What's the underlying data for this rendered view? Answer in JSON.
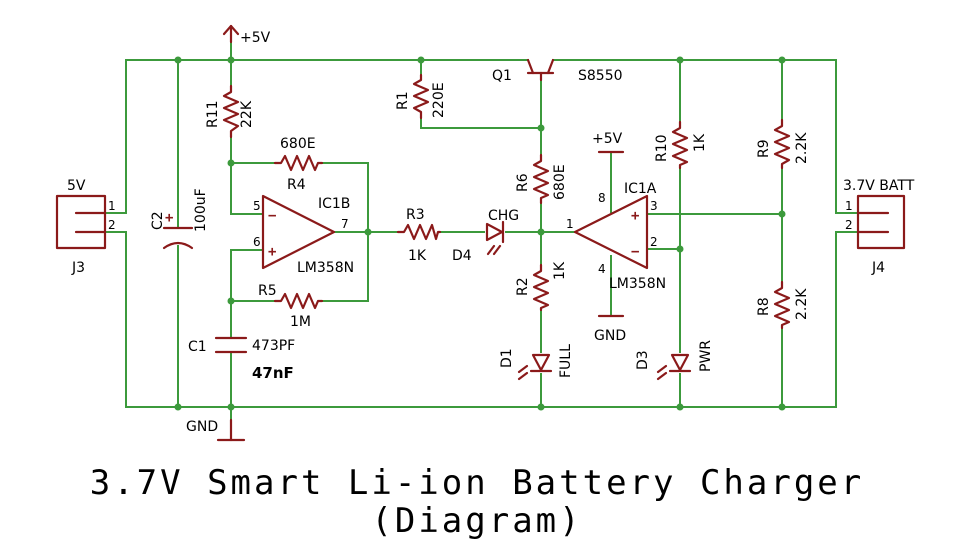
{
  "title_line1": "3.7V Smart Li-ion Battery Charger",
  "title_line2": "(Diagram)",
  "rails": {
    "vcc_top": "+5V",
    "vcc_opamp": "+5V",
    "gnd_main": "GND",
    "gnd_opamp": "GND"
  },
  "connectors": {
    "j3": {
      "ref": "J3",
      "label": "5V",
      "pin1": "1",
      "pin2": "2"
    },
    "j4": {
      "ref": "J4",
      "label": "3.7V BATT",
      "pin1": "1",
      "pin2": "2"
    }
  },
  "components": {
    "c2": {
      "ref": "C2",
      "value": "100uF"
    },
    "r11": {
      "ref": "R11",
      "value": "22K"
    },
    "r4": {
      "ref": "R4",
      "value": "680E"
    },
    "r5": {
      "ref": "R5",
      "value": "1M"
    },
    "c1": {
      "ref": "C1",
      "value": "473PF",
      "note": "47nF"
    },
    "ic1b": {
      "ref": "IC1B",
      "part": "LM358N",
      "pin5": "5",
      "pin6": "6",
      "pin7": "7"
    },
    "r3": {
      "ref": "R3",
      "value": "1K"
    },
    "d4": {
      "ref": "D4",
      "label": "CHG"
    },
    "q1": {
      "ref": "Q1",
      "part": "S8550"
    },
    "r1": {
      "ref": "R1",
      "value": "220E"
    },
    "r6": {
      "ref": "R6",
      "value": "680E"
    },
    "r2": {
      "ref": "R2",
      "value": "1K"
    },
    "d1": {
      "ref": "D1",
      "label": "FULL"
    },
    "ic1a": {
      "ref": "IC1A",
      "part": "LM358N",
      "pin1": "1",
      "pin2": "2",
      "pin3": "3",
      "pin4": "4",
      "pin8": "8"
    },
    "r10": {
      "ref": "R10",
      "value": "1K"
    },
    "d3": {
      "ref": "D3",
      "label": "PWR"
    },
    "r9": {
      "ref": "R9",
      "value": "2.2K"
    },
    "r8": {
      "ref": "R8",
      "value": "2.2K"
    }
  }
}
